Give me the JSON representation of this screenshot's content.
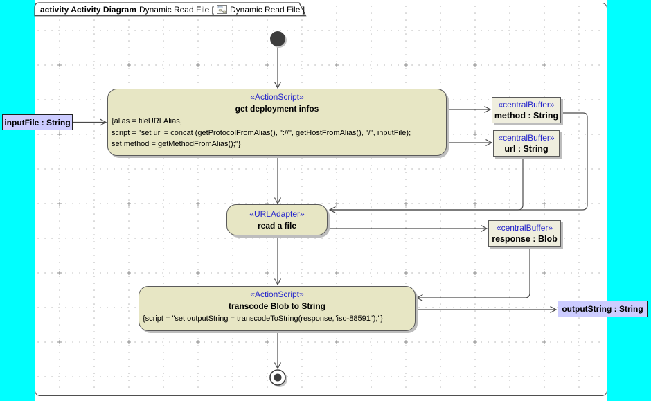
{
  "frame_header": {
    "kind": "activity Activity Diagram",
    "name_part": "Dynamic Read File [",
    "ref_part": "Dynamic Read File ]"
  },
  "pins": {
    "input": "inputFile : String",
    "output": "outputString : String"
  },
  "nodes": {
    "get_deployment": {
      "stereotype": "«ActionScript»",
      "name": "get deployment infos",
      "body": [
        "{alias = fileURLAlias,",
        "script = \"set url = concat (getProtocolFromAlias(), \"://\", getHostFromAlias(), \"/\", inputFile);",
        "set method = getMethodFromAlias();\"}"
      ]
    },
    "read_a_file": {
      "stereotype": "«URLAdapter»",
      "name": "read a file"
    },
    "transcode": {
      "stereotype": "«ActionScript»",
      "name": "transcode Blob to String",
      "body": [
        "{script = \"set outputString = transcodeToString(response,\"iso-88591\");\"}"
      ]
    },
    "buffer_method": {
      "stereotype": "«centralBuffer»",
      "name": "method : String"
    },
    "buffer_url": {
      "stereotype": "«centralBuffer»",
      "name": "url : String"
    },
    "buffer_response": {
      "stereotype": "«centralBuffer»",
      "name": "response : Blob"
    }
  },
  "colors": {
    "canvas_margin": "#00ffff",
    "node_fill": "#e7e6c4",
    "buffer_fill": "#efeede",
    "pin_fill": "#ccccff",
    "stereotype_text": "#2424cc",
    "edge": "#4a4a4a",
    "grid_dot": "#a3a3a3",
    "shadow": "#bdbdbd"
  }
}
